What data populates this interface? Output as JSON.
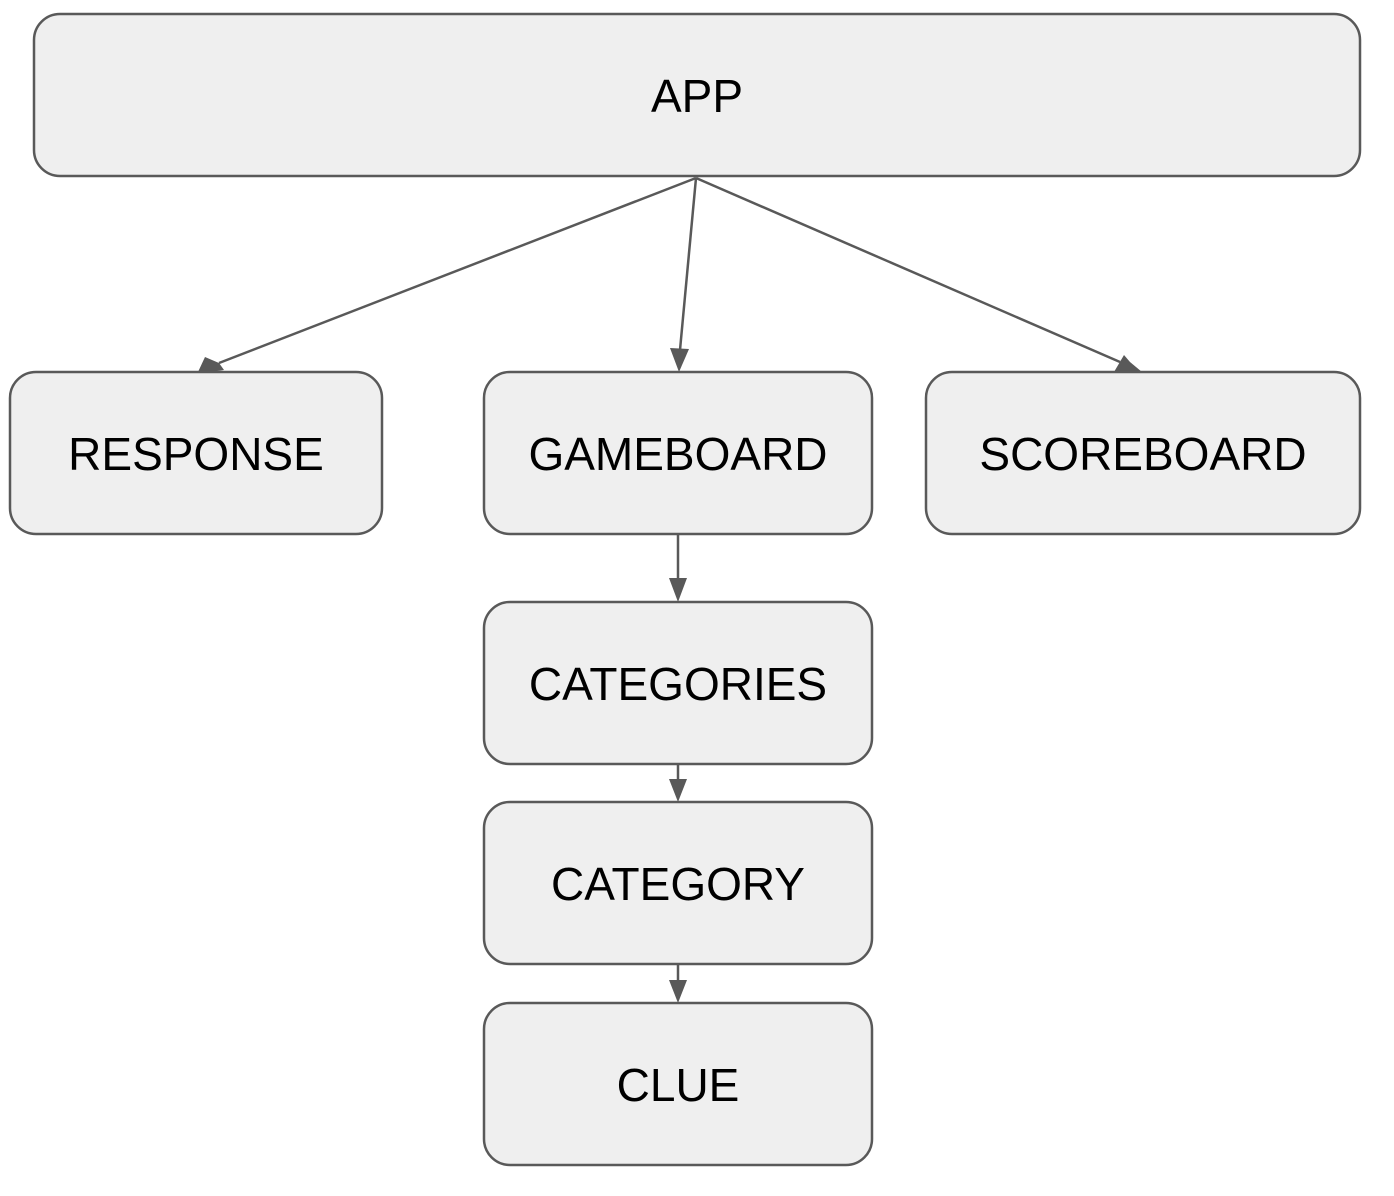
{
  "diagram": {
    "nodes": {
      "app": "APP",
      "response": "RESPONSE",
      "gameboard": "GAMEBOARD",
      "scoreboard": "SCOREBOARD",
      "categories": "CATEGORIES",
      "category": "CATEGORY",
      "clue": "CLUE"
    },
    "edges": [
      {
        "from": "app",
        "to": "response"
      },
      {
        "from": "app",
        "to": "gameboard"
      },
      {
        "from": "app",
        "to": "scoreboard"
      },
      {
        "from": "gameboard",
        "to": "categories"
      },
      {
        "from": "categories",
        "to": "category"
      },
      {
        "from": "category",
        "to": "clue"
      }
    ],
    "colors": {
      "node_fill": "#efefef",
      "node_stroke": "#595959",
      "edge": "#595959",
      "text": "#000000"
    }
  }
}
